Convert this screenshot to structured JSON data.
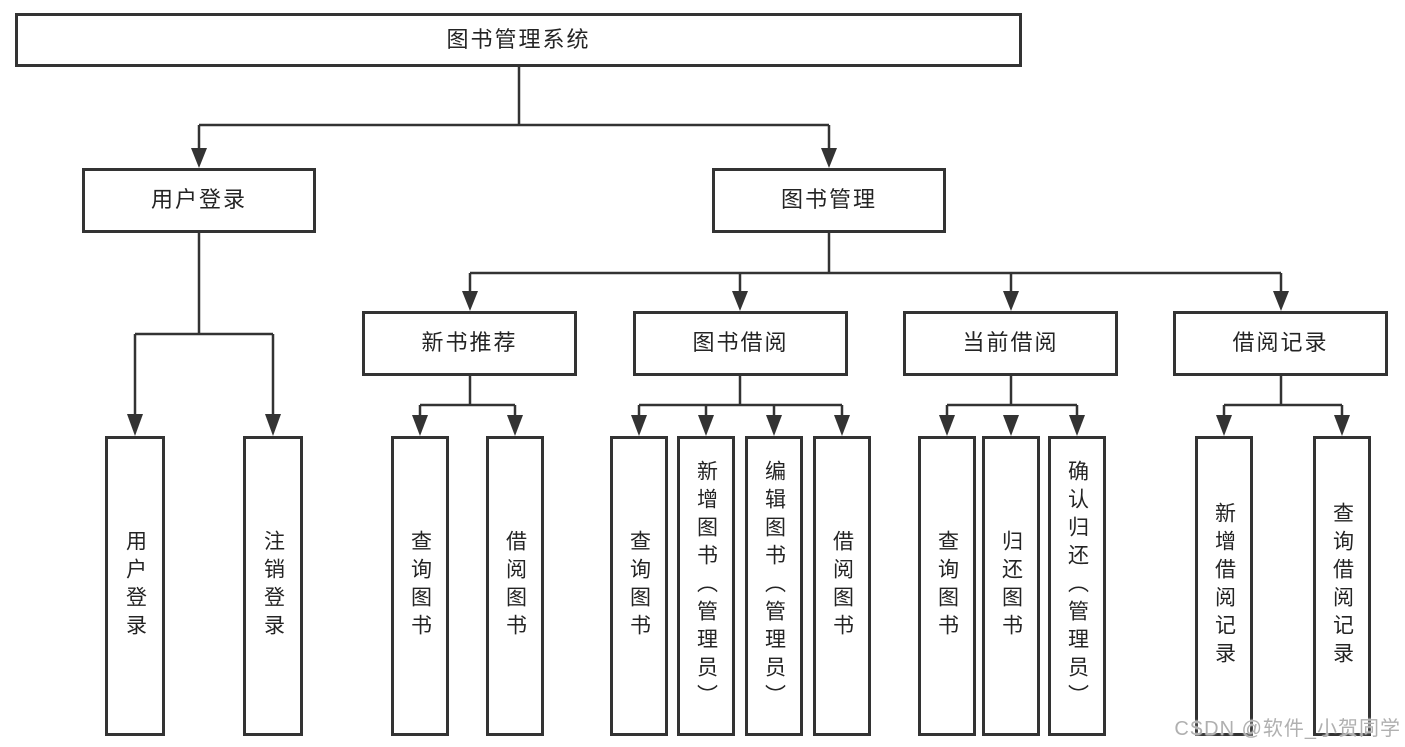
{
  "diagram": {
    "title_node": {
      "label": "图书管理系统"
    },
    "level2": [
      {
        "label": "用户登录"
      },
      {
        "label": "图书管理"
      }
    ],
    "level3": [
      {
        "label": "新书推荐",
        "parent": "图书管理"
      },
      {
        "label": "图书借阅",
        "parent": "图书管理"
      },
      {
        "label": "当前借阅",
        "parent": "图书管理"
      },
      {
        "label": "借阅记录",
        "parent": "图书管理"
      }
    ],
    "leaves": [
      {
        "label": "用户登录",
        "parent": "用户登录"
      },
      {
        "label": "注销登录",
        "parent": "用户登录"
      },
      {
        "label": "查询图书",
        "parent": "新书推荐"
      },
      {
        "label": "借阅图书",
        "parent": "新书推荐"
      },
      {
        "label": "查询图书",
        "parent": "图书借阅"
      },
      {
        "label": "新增图书（管理员）",
        "parent": "图书借阅"
      },
      {
        "label": "编辑图书（管理员）",
        "parent": "图书借阅"
      },
      {
        "label": "借阅图书",
        "parent": "图书借阅"
      },
      {
        "label": "查询图书",
        "parent": "当前借阅"
      },
      {
        "label": "归还图书",
        "parent": "当前借阅"
      },
      {
        "label": "确认归还（管理员）",
        "parent": "当前借阅"
      },
      {
        "label": "新增借阅记录",
        "parent": "借阅记录"
      },
      {
        "label": "查询借阅记录",
        "parent": "借阅记录"
      }
    ]
  },
  "watermark": {
    "text": "CSDN @软件_小贺同学"
  },
  "colors": {
    "border": "#333333",
    "line": "#333333",
    "text": "#242424",
    "background": "#ffffff",
    "watermark": "#b0b0b0"
  }
}
